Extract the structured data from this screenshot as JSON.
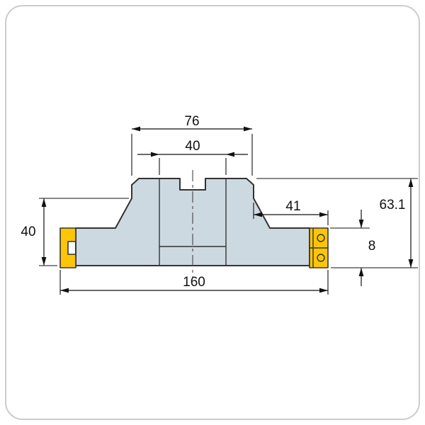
{
  "page": {
    "background": "#ffffff",
    "border_color": "#cccccc"
  },
  "drawing": {
    "name": "face-milling-cutter-cross-section",
    "body_color": "#cdd9e0",
    "insert_color": "#fcc606",
    "line_color": "#111111",
    "dimensions": {
      "hub_width": "76",
      "bore_diameter": "40",
      "edge_offset": "41",
      "overall_height": "63.1",
      "insert_height": "8",
      "body_height": "40",
      "cutting_diameter": "160"
    }
  }
}
